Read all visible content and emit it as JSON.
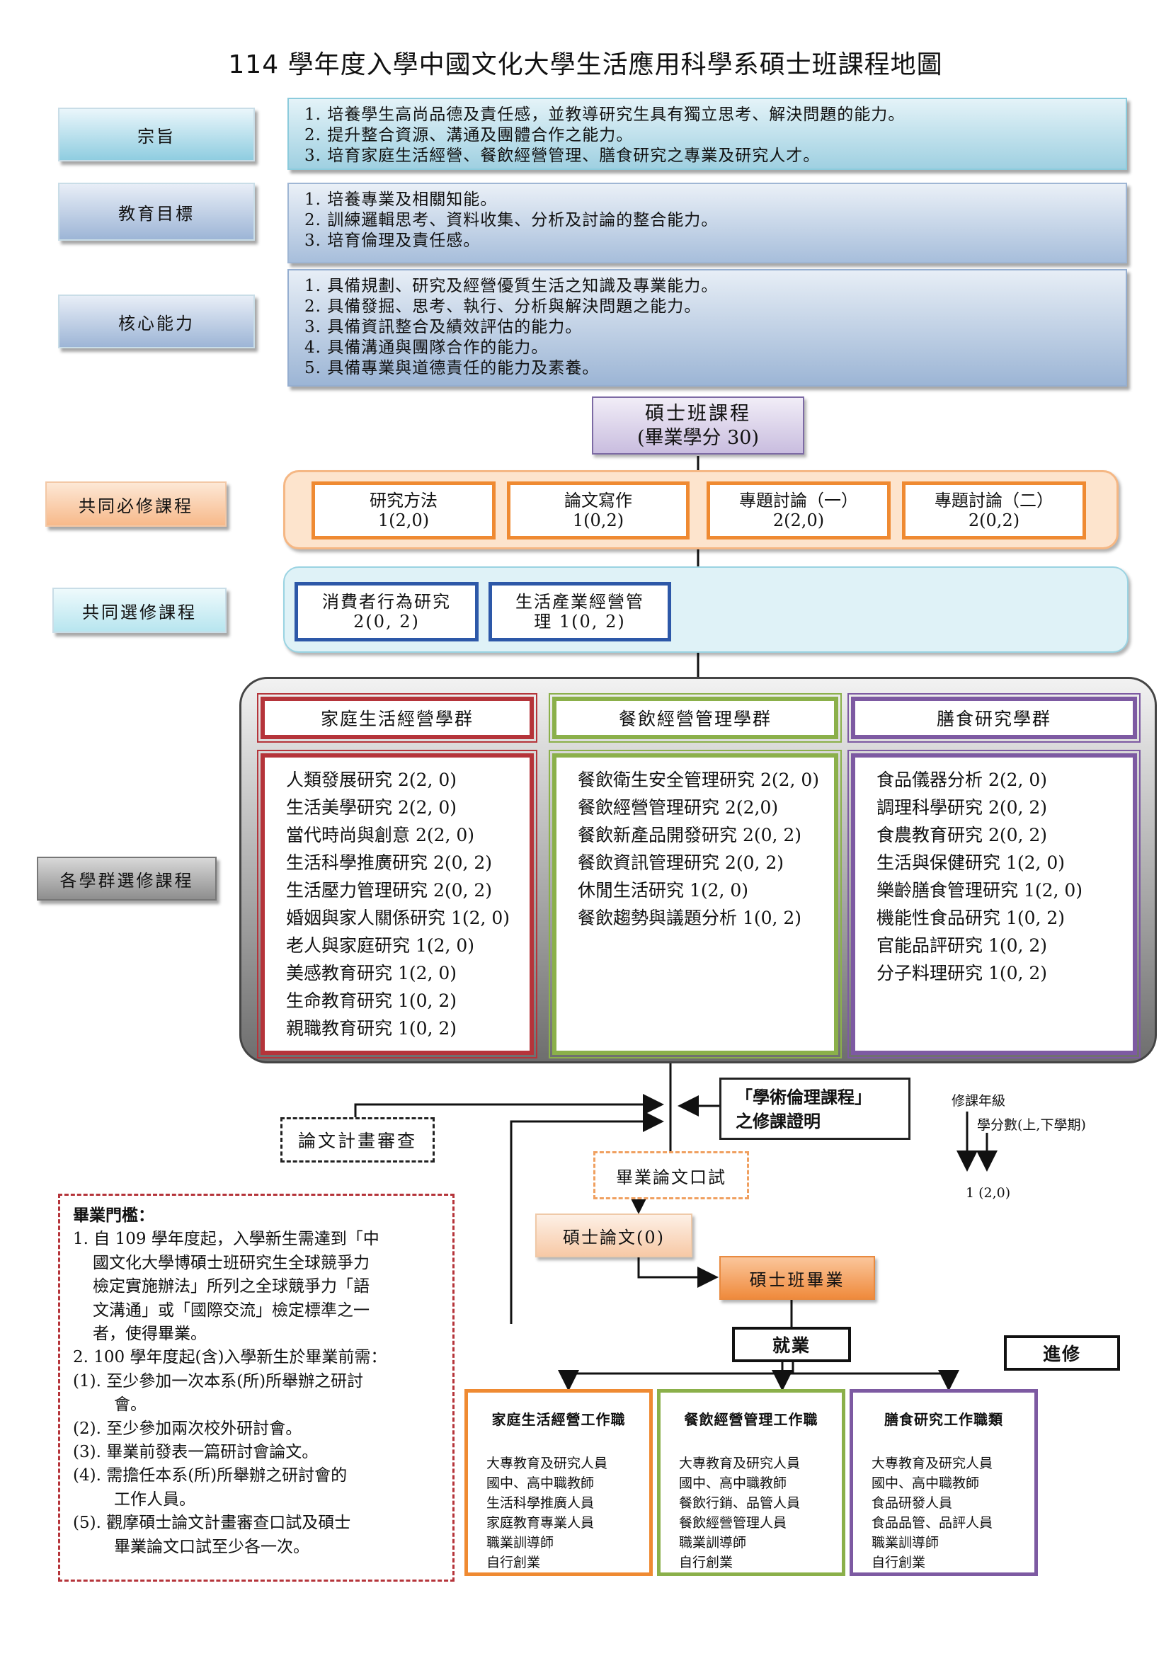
{
  "title": "114 學年度入學中國文化大學生活應用科學系碩士班課程地圖",
  "mission": {
    "label": "宗旨",
    "items": [
      "1. 培養學生高尚品德及責任感，並教導研究生具有獨立思考、解決問題的能力。",
      "2. 提升整合資源、溝通及團體合作之能力。",
      "3. 培育家庭生活經營、餐飲經營管理、膳食研究之專業及研究人才。"
    ]
  },
  "objectives": {
    "label": "教育目標",
    "items": [
      "1. 培養專業及相關知能。",
      "2. 訓練邏輯思考、資料收集、分析及討論的整合能力。",
      "3. 培育倫理及責任感。"
    ]
  },
  "competencies": {
    "label": "核心能力",
    "items": [
      "1. 具備規劃、研究及經營優質生活之知識及專業能力。",
      "2. 具備發掘、思考、執行、分析與解決問題之能力。",
      "3. 具備資訊整合及績效評估的能力。",
      "4. 具備溝通與團隊合作的能力。",
      "5. 具備專業與道德責任的能力及素養。"
    ]
  },
  "program": {
    "name": "碩士班課程",
    "credits": "(畢業學分 30)"
  },
  "required": {
    "label": "共同必修課程",
    "courses": [
      {
        "name": "研究方法",
        "credit": "1(2,0)"
      },
      {
        "name": "論文寫作",
        "credit": "1(0,2)"
      },
      {
        "name": "專題討論（一）",
        "credit": "2(2,0)"
      },
      {
        "name": "專題討論（二）",
        "credit": "2(0,2)"
      }
    ]
  },
  "common_elective": {
    "label": "共同選修課程",
    "courses": [
      {
        "line1": "消費者行為研究",
        "line2": "2(0, 2)"
      },
      {
        "line1": "生活產業經營管",
        "line2": "理 1(0, 2)"
      }
    ]
  },
  "group_elective": {
    "label": "各學群選修課程",
    "groups": [
      {
        "name": "家庭生活經營學群",
        "courses": [
          "人類發展研究 2(2, 0)",
          "生活美學研究 2(2, 0)",
          "當代時尚與創意 2(2, 0)",
          "生活科學推廣研究 2(0, 2)",
          "生活壓力管理研究 2(0, 2)",
          "婚姻與家人關係研究 1(2, 0)",
          "老人與家庭研究 1(2, 0)",
          "美感教育研究 1(2, 0)",
          "生命教育研究 1(0, 2)",
          "親職教育研究 1(0, 2)"
        ]
      },
      {
        "name": "餐飲經營管理學群",
        "courses": [
          "餐飲衛生安全管理研究 2(2, 0)",
          "餐飲經營管理研究 2(2,0)",
          "餐飲新產品開發研究 2(0, 2)",
          "餐飲資訊管理研究 2(0, 2)",
          "休閒生活研究 1(2, 0)",
          "餐飲趨勢與議題分析 1(0, 2)"
        ]
      },
      {
        "name": "膳食研究學群",
        "courses": [
          "食品儀器分析 2(2, 0)",
          "調理科學研究 2(0, 2)",
          "食農教育研究 2(0, 2)",
          "生活與保健研究 1(2, 0)",
          "樂齡膳食管理研究 1(2, 0)",
          "機能性食品研究 1(0, 2)",
          "官能品評研究 1(0, 2)",
          "分子料理研究 1(0, 2)"
        ]
      }
    ]
  },
  "flow": {
    "ethics_line1": "「學術倫理課程」",
    "ethics_line2": "之修課證明",
    "proposal_review": "論文計畫審查",
    "oral_defense": "畢業論文口試",
    "thesis": "碩士論文(0)",
    "graduation": "碩士班畢業",
    "employment": "就業",
    "further_study": "進修"
  },
  "legend": {
    "year": "修課年級",
    "credits": "學分數(上,下學期)",
    "example": "1 (2,0)"
  },
  "graduation_rules": {
    "title": "畢業門檻：",
    "lines": [
      "1. 自 109 學年度起，入學新生需達到「中",
      "國文化大學博碩士班研究生全球競爭力",
      "檢定實施辦法」所列之全球競爭力「語",
      "文溝通」或「國際交流」檢定標準之一",
      "者，使得畢業。",
      "2. 100 學年度起(含)入學新生於畢業前需：",
      "(1). 至少參加一次本系(所)所舉辦之研討",
      "會。",
      "(2). 至少參加兩次校外研討會。",
      "(3). 畢業前發表一篇研討會論文。",
      "(4). 需擔任本系(所)所舉辦之研討會的",
      "工作人員。",
      "(5). 觀摩碩士論文計畫審查口試及碩士",
      "畢業論文口試至少各一次。"
    ]
  },
  "careers": [
    {
      "name": "家庭生活經營工作職",
      "jobs": [
        "大專教育及研究人員",
        "國中、高中職教師",
        "生活科學推廣人員",
        "家庭教育專業人員",
        "職業訓導師",
        "自行創業"
      ]
    },
    {
      "name": "餐飲經營管理工作職",
      "jobs": [
        "大專教育及研究人員",
        "國中、高中職教師",
        "餐飲行銷、品管人員",
        "餐飲經營管理人員",
        "職業訓導師",
        "自行創業"
      ]
    },
    {
      "name": "膳食研究工作職類",
      "jobs": [
        "大專教育及研究人員",
        "國中、高中職教師",
        "食品研發人員",
        "食品品管、品評人員",
        "職業訓導師",
        "自行創業"
      ]
    }
  ]
}
